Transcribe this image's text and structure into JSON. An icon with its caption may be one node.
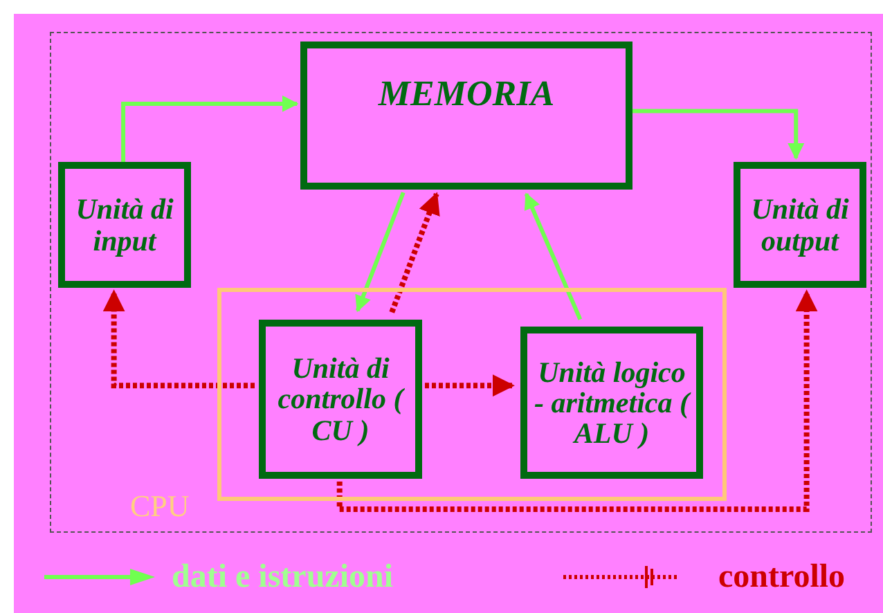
{
  "diagram": {
    "nodes": [
      {
        "text": [
          "MEMORIA"
        ]
      },
      {
        "text": [
          "Unità di input"
        ]
      },
      {
        "text": [
          "Unità di output"
        ]
      },
      {
        "text": [
          "CPU"
        ]
      },
      {
        "text": [
          "Unità di controllo ( CU )"
        ],
        "in": 3
      },
      {
        "text": [
          "Unità logico - aritmetica ( ALU )"
        ],
        "in": 3
      }
    ],
    "edges": [
      {
        "from": 1,
        "to": 0,
        "arrow": "to"
      },
      {
        "from": 0,
        "to": 2,
        "arrow": "to"
      },
      {
        "from": 0,
        "to": 4,
        "arrow": "to"
      },
      {
        "from": 5,
        "to": 0,
        "arrow": "to"
      },
      {
        "from": 4,
        "to": 0,
        "arrow": "to",
        "style": "dashed",
        "color": "#cc0000"
      },
      {
        "from": 4,
        "to": 1,
        "arrow": "to",
        "style": "dashed",
        "color": "#cc0000"
      },
      {
        "from": 4,
        "to": 5,
        "arrow": "to",
        "style": "dashed",
        "color": "#cc0000"
      },
      {
        "from": 4,
        "to": 2,
        "arrow": "to",
        "style": "dashed",
        "color": "#cc0000"
      }
    ],
    "legend": [
      {
        "text": "dati e istruzioni"
      },
      {
        "text": "controllo"
      }
    ]
  }
}
